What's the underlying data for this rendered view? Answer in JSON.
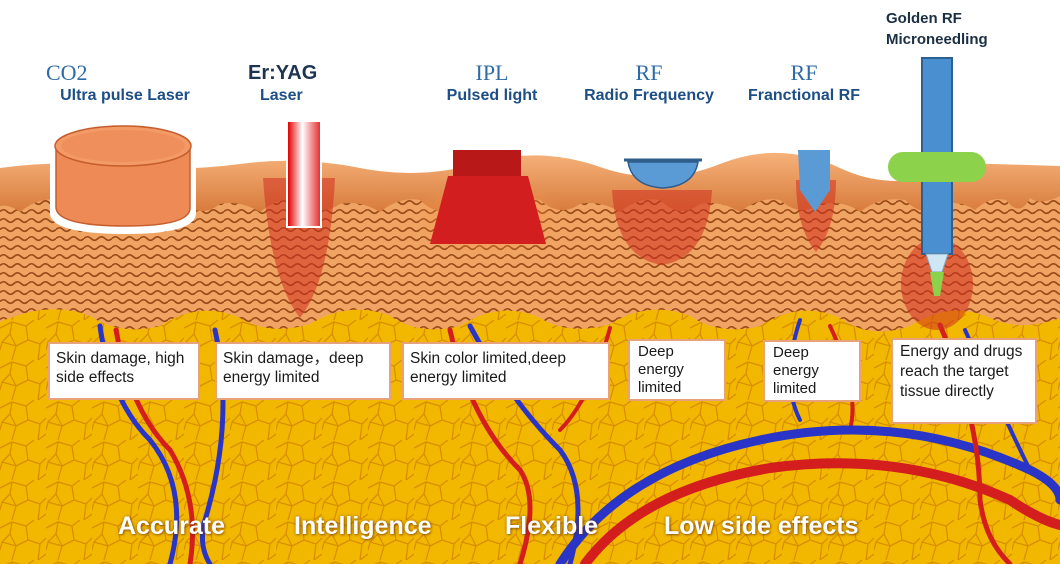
{
  "colors": {
    "skin_tan": "#f0a055",
    "skin_dark": "#b05420",
    "fat_yellow": "#f2b800",
    "vein_blue": "#2a35c8",
    "artery_red": "#d41e1e",
    "energy_red": "#d23020",
    "title_blue": "#2e6aa8",
    "box_border": "#e8a27a",
    "needle_blue": "#4a90d0",
    "collar_green": "#8cd24a"
  },
  "technologies": [
    {
      "abbr": "CO2",
      "name": "Ultra pulse Laser",
      "icon": "cylinder-laser-head-icon",
      "limitation": "Skin damage, high side effects"
    },
    {
      "abbr": "Er:YAG",
      "name": "Laser",
      "icon": "laser-beam-icon",
      "limitation": "Skin damage，deep energy limited"
    },
    {
      "abbr": "IPL",
      "name": "Pulsed light",
      "icon": "light-block-icon",
      "limitation": "Skin color limited,deep energy limited"
    },
    {
      "abbr": "RF",
      "name": "Radio Frequency",
      "icon": "rf-dome-icon",
      "limitation": "Deep energy limited"
    },
    {
      "abbr": "RF",
      "name": "Franctional RF",
      "icon": "fractional-tip-icon",
      "limitation": "Deep energy limited"
    }
  ],
  "golden": {
    "line1": "Golden RF",
    "line2": "Microneedling",
    "icon": "microneedle-icon",
    "benefit": "Energy and drugs reach the target tissue directly"
  },
  "slogans": [
    "Accurate",
    "Intelligence",
    "Flexible",
    "Low side effects"
  ]
}
